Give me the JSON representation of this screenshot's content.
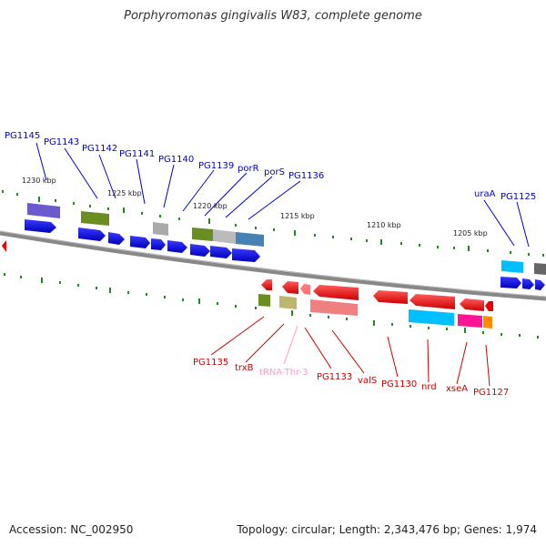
{
  "title": "Porphyromonas gingivalis W83, complete genome",
  "footer": {
    "accession": "Accession: NC_002950",
    "topology": "Topology: circular; Length: 2,343,476 bp; Genes: 1,974"
  },
  "scale": {
    "t1230": "1230 kbp",
    "t1225": "1225 kbp",
    "t1220": "1220 kbp",
    "t1215": "1215 kbp",
    "t1210": "1210 kbp",
    "t1205": "1205 kbp"
  },
  "top_labels": {
    "PG1145": "PG1145",
    "PG1143": "PG1143",
    "PG1142": "PG1142",
    "PG1141": "PG1141",
    "PG1140": "PG1140",
    "PG1139": "PG1139",
    "porR": "porR",
    "porS": "porS",
    "PG1136": "PG1136",
    "uraA": "uraA",
    "PG1125": "PG1125"
  },
  "bottom_labels": {
    "PG1135": "PG1135",
    "trxB": "trxB",
    "tRNA": "tRNA-Thr-3",
    "PG1133": "PG1133",
    "valS": "valS",
    "PG1130": "PG1130",
    "nrd": "nrd",
    "xseA": "xseA",
    "PG1127": "PG1127"
  },
  "colors": {
    "forward_strand": "#0000ee",
    "reverse_strand": "#ee0000",
    "backbone": "#888888",
    "tick": "#228822"
  }
}
